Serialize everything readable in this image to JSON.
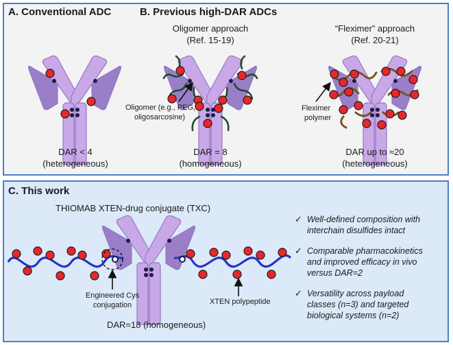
{
  "panels": {
    "a": {
      "title": "A. Conventional ADC",
      "dar": "DAR < 4",
      "dar_note": "(heterogeneous)"
    },
    "b": {
      "title": "B. Previous high-DAR ADCs",
      "oligomer": {
        "approach": "Oligomer approach",
        "ref": "(Ref. 15-19)",
        "callout1": "Oligomer (e.g., PEG,",
        "callout2": "oligosarcosine)",
        "dar": "DAR = 8",
        "dar_note": "(homogeneous)"
      },
      "fleximer": {
        "approach": "“Fleximer” approach",
        "ref": "(Ref. 20-21)",
        "callout1": "Fleximer",
        "callout2": "polymer",
        "dar": "DAR up to ≈20",
        "dar_note": "(heterogeneous)"
      }
    },
    "c": {
      "title": "C. This work",
      "subtitle": "THIOMAB XTEN-drug conjugate (TXC)",
      "cys1": "Engineered Cys",
      "cys2": "conjugation",
      "xten": "XTEN polypeptide",
      "dar": "DAR=18 (homogeneous)",
      "check_symbol": "✓",
      "bullets": [
        {
          "line1": "Well-defined composition with",
          "line2": "interchain disulfides intact"
        },
        {
          "line1": "Comparable pharmacokinetics",
          "line2": "and improved efficacy in vivo",
          "line3": "versus DAR=2"
        },
        {
          "line1": "Versatility across payload",
          "line2": "classes (n=3) and targeted",
          "line3": "biological systems (n=2)"
        }
      ]
    }
  },
  "colors": {
    "border": "#4a7ec7",
    "top_bg": "#f3f3f3",
    "bottom_bg": "#dbe9f8",
    "antibody_heavy": "#c9a8e8",
    "antibody_light": "#9a7fc8",
    "antibody_stroke": "#9877c4",
    "drug": "#e8272b",
    "linker": "#1f1a4a",
    "oligomer": "#1e4d2b",
    "fleximer": "#7a5520",
    "xten": "#2433c8"
  }
}
